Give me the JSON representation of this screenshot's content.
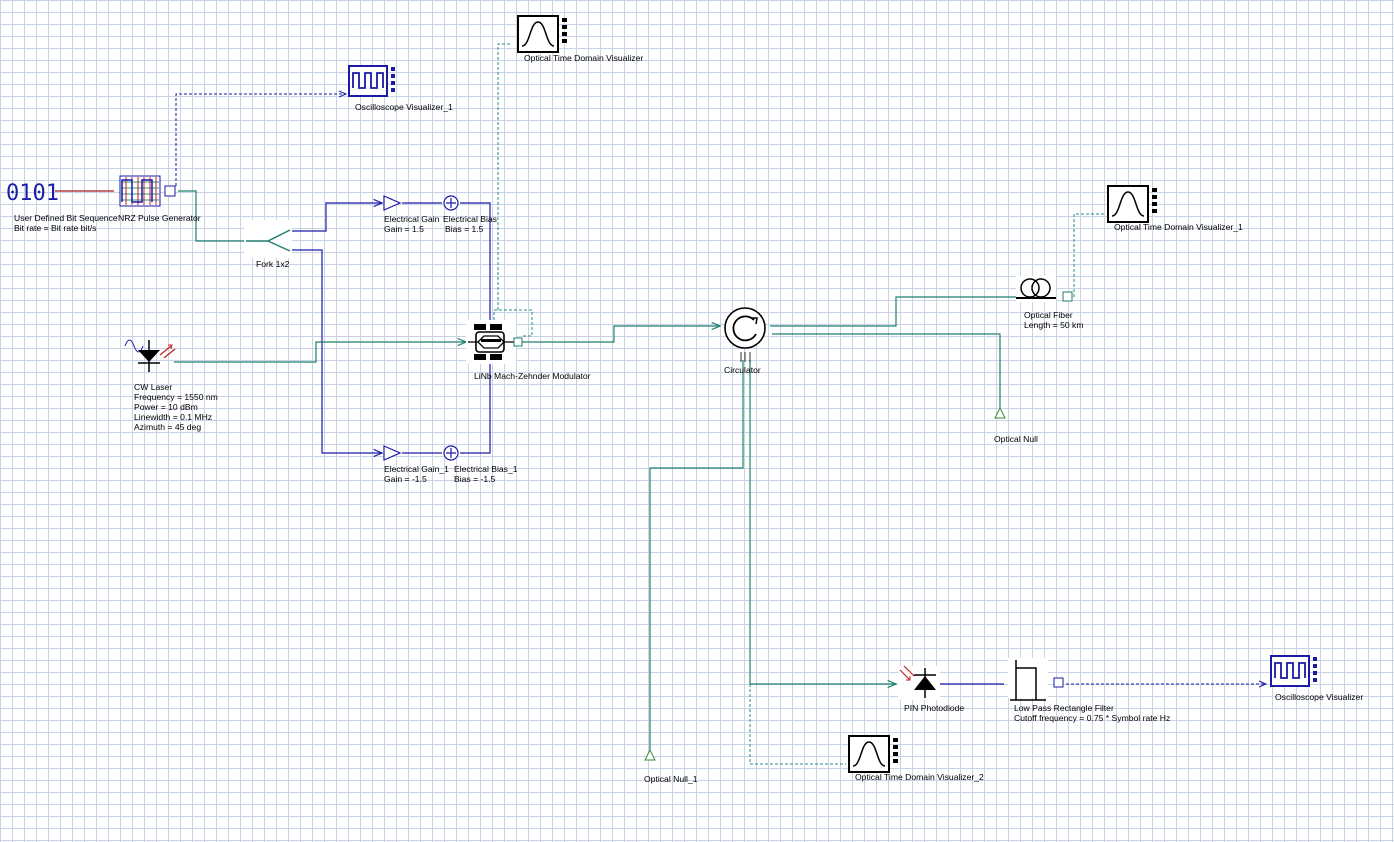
{
  "components": {
    "bit_seq": {
      "name": "User Defined Bit Sequence",
      "param": "Bit rate = Bit rate  bit/s",
      "glyph": "0101"
    },
    "nrz": {
      "name": "NRZ Pulse Generator"
    },
    "osc1": {
      "name": "Oscilloscope Visualizer_1"
    },
    "otdv": {
      "name": "Optical Time Domain Visualizer"
    },
    "fork": {
      "name": "Fork 1x2"
    },
    "gain": {
      "name": "Electrical Gain",
      "param": "Gain = 1.5"
    },
    "bias": {
      "name": "Electrical Bias",
      "param": "Bias = 1.5"
    },
    "gain1": {
      "name": "Electrical Gain_1",
      "param": "Gain = -1.5"
    },
    "bias1": {
      "name": "Electrical Bias_1",
      "param": "Bias = -1.5"
    },
    "laser": {
      "name": "CW Laser",
      "params": [
        "Frequency = 1550  nm",
        "Power = 10  dBm",
        "Linewidth = 0.1  MHz",
        "Azimuth = 45  deg"
      ]
    },
    "mzm": {
      "name": "LiNb Mach-Zehnder Modulator"
    },
    "circ": {
      "name": "Circulator"
    },
    "fiber": {
      "name": "Optical Fiber",
      "param": "Length = 50  km"
    },
    "otdv1": {
      "name": "Optical Time Domain Visualizer_1"
    },
    "onull": {
      "name": "Optical Null"
    },
    "onull1": {
      "name": "Optical Null_1"
    },
    "pin": {
      "name": "PIN Photodiode"
    },
    "lpf": {
      "name": "Low Pass Rectangle Filter",
      "param": "Cutoff frequency = 0.75 * Symbol rate  Hz"
    },
    "osc": {
      "name": "Oscilloscope Visualizer"
    },
    "otdv2": {
      "name": "Optical Time Domain Visualizer_2"
    }
  },
  "colors": {
    "electrical": "#1a1aa6",
    "optical": "#1e7f6e",
    "binary": "#a01a1a",
    "monitor": "#2a8a8a",
    "grid": "#c9d3e6"
  }
}
